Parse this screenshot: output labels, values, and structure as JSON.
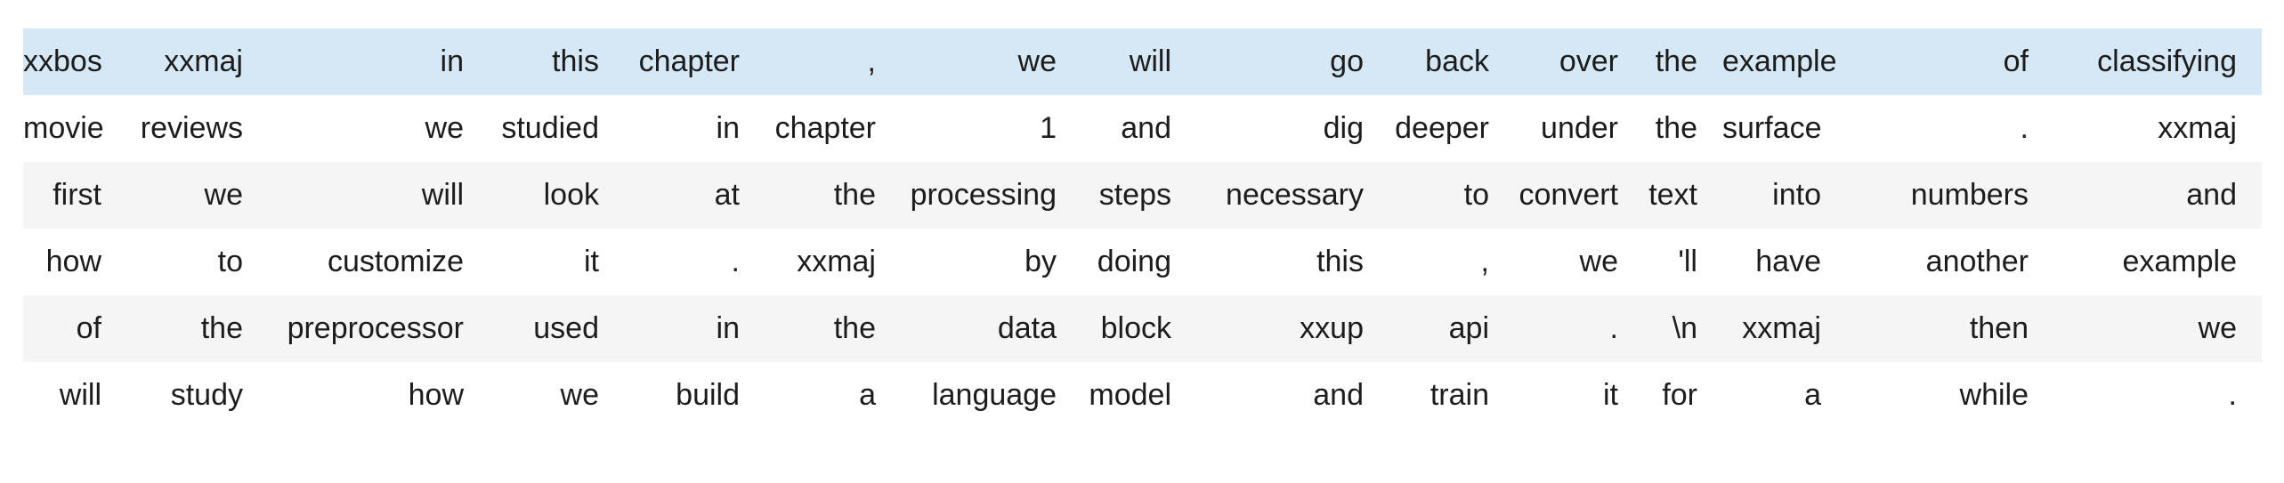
{
  "table": {
    "description": "tokenized-text-output",
    "highlight_color": "#d6e8f5",
    "stripe_color": "#f5f5f5",
    "text_color": "#1c1c1c",
    "num_columns": 15,
    "rows": [
      {
        "highlighted": true,
        "tokens": [
          "xxbos",
          "xxmaj",
          "in",
          "this",
          "chapter",
          ",",
          "we",
          "will",
          "go",
          "back",
          "over",
          "the",
          "example",
          "of",
          "classifying"
        ]
      },
      {
        "highlighted": false,
        "tokens": [
          "movie",
          "reviews",
          "we",
          "studied",
          "in",
          "chapter",
          "1",
          "and",
          "dig",
          "deeper",
          "under",
          "the",
          "surface",
          ".",
          "xxmaj"
        ]
      },
      {
        "highlighted": false,
        "tokens": [
          "first",
          "we",
          "will",
          "look",
          "at",
          "the",
          "processing",
          "steps",
          "necessary",
          "to",
          "convert",
          "text",
          "into",
          "numbers",
          "and"
        ]
      },
      {
        "highlighted": false,
        "tokens": [
          "how",
          "to",
          "customize",
          "it",
          ".",
          "xxmaj",
          "by",
          "doing",
          "this",
          ",",
          "we",
          "'ll",
          "have",
          "another",
          "example"
        ]
      },
      {
        "highlighted": false,
        "tokens": [
          "of",
          "the",
          "preprocessor",
          "used",
          "in",
          "the",
          "data",
          "block",
          "xxup",
          "api",
          ".",
          "\\n",
          "xxmaj",
          "then",
          "we"
        ]
      },
      {
        "highlighted": false,
        "tokens": [
          "will",
          "study",
          "how",
          "we",
          "build",
          "a",
          "language",
          "model",
          "and",
          "train",
          "it",
          "for",
          "a",
          "while",
          "."
        ]
      }
    ]
  }
}
